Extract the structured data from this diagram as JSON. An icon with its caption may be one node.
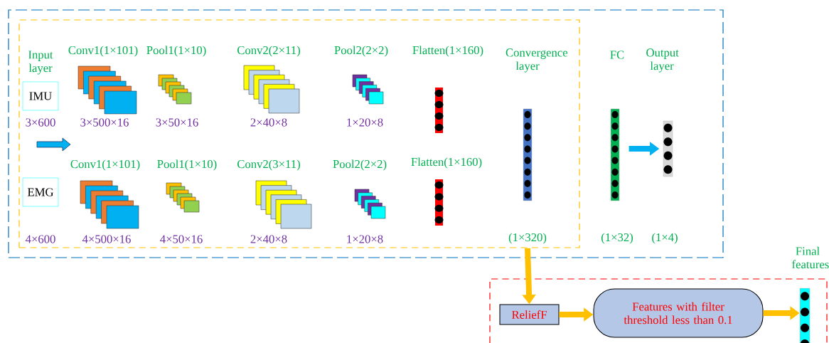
{
  "diagram": {
    "nodes": [
      {
        "text": [],
        "shape": "box"
      },
      {
        "text": [],
        "shape": "box",
        "in": 0
      },
      {
        "text": [
          "IMU"
        ],
        "in": 1,
        "beside": [
          "3×600"
        ]
      },
      {
        "text": [
          "EMG"
        ],
        "in": 1,
        "beside": [
          "4×600"
        ]
      },
      {
        "text": [],
        "shape": "bar",
        "in": 1,
        "beside": [
          "Convergence layer",
          "(1×320)"
        ]
      },
      {
        "text": [],
        "shape": "bar",
        "in": 0
      },
      {
        "text": [],
        "shape": "bar",
        "in": 0
      },
      {
        "text": [],
        "shape": "box"
      },
      {
        "text": [
          "ReliefF"
        ],
        "in": 7
      },
      {
        "text": [
          "Features with filter threshold less than 0.1"
        ],
        "in": 7
      },
      {
        "text": [],
        "shape": "bar",
        "in": 7,
        "beside": [
          "Final features"
        ]
      }
    ],
    "edges": [
      {
        "from": 5,
        "to": 6,
        "arrow": "to",
        "color": "#00b0f0"
      },
      {
        "from": 4,
        "to": 8,
        "arrow": "to"
      },
      {
        "from": 8,
        "to": 9,
        "arrow": "to"
      },
      {
        "from": 9,
        "to": 10,
        "arrow": "to"
      }
    ],
    "labels": [
      "Input layer",
      "Conv1(1×101)",
      "Pool1(1×10)",
      "Conv2(2×11)",
      "Pool2(2×2)",
      "Flatten(1×160)",
      "3×500×16",
      "3×50×16",
      "2×40×8",
      "1×20×8",
      "Conv1(1×101)",
      "Pool1(1×10)",
      "Conv2(3×11)",
      "Pool2(2×2)",
      "Flatten(1×160)",
      "4×500×16",
      "4×50×16",
      "2×40×8",
      "1×20×8",
      "FC",
      "Output layer",
      "(1×32)",
      "(1×4)"
    ]
  }
}
